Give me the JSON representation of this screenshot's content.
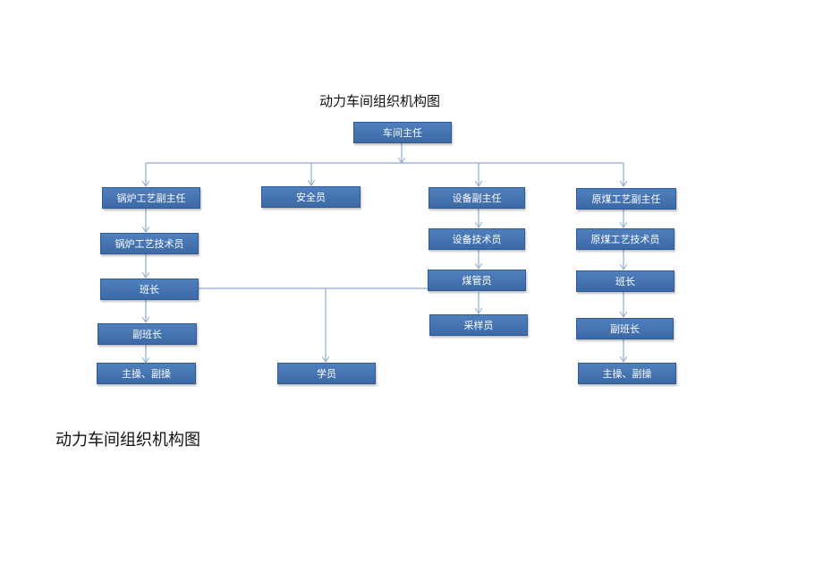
{
  "title": "动力车间组织机构图",
  "heading": "动力车间组织机构图",
  "colors": {
    "box_fill": "#4a78b6",
    "box_border": "#2f5a92",
    "line": "#8fa9cf"
  },
  "nodes": {
    "director": "车间主任",
    "boiler_vice": "锅炉工艺副主任",
    "safety": "安全员",
    "equip_vice": "设备副主任",
    "coal_vice": "原煤工艺副主任",
    "boiler_tech": "锅炉工艺技术员",
    "equip_tech": "设备技术员",
    "coal_tech": "原煤工艺技术员",
    "boiler_leader": "班长",
    "coal_manager": "煤管员",
    "coal_leader": "班长",
    "boiler_vice_leader": "副班长",
    "sampler": "采样员",
    "coal_vice_leader": "副班长",
    "boiler_ops": "主操、副操",
    "trainee": "学员",
    "coal_ops": "主操、副操"
  }
}
